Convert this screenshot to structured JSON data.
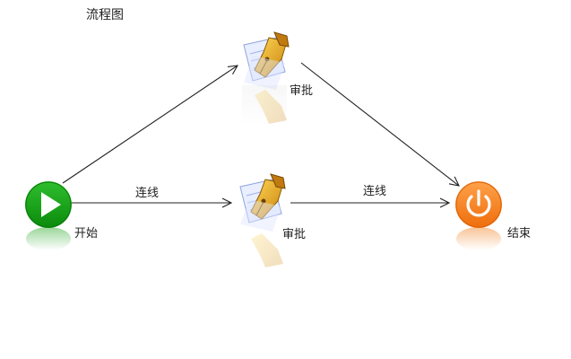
{
  "diagram": {
    "title": "流程图",
    "colors": {
      "start": "#129a12",
      "end": "#f07a14",
      "edge": "#222222",
      "pen_gold": "#e8a81a",
      "paper_blue": "#c9d6f5"
    },
    "nodes": {
      "start": {
        "label": "开始",
        "icon": "play-icon"
      },
      "approve_top": {
        "label": "审批",
        "icon": "fountain-pen-icon"
      },
      "approve_mid": {
        "label": "审批",
        "icon": "fountain-pen-icon"
      },
      "end": {
        "label": "结束",
        "icon": "power-icon"
      }
    },
    "edges": {
      "start_to_mid": {
        "label": "连线"
      },
      "mid_to_end": {
        "label": "连线"
      },
      "start_to_top": {
        "label": ""
      },
      "top_to_end": {
        "label": ""
      }
    }
  }
}
